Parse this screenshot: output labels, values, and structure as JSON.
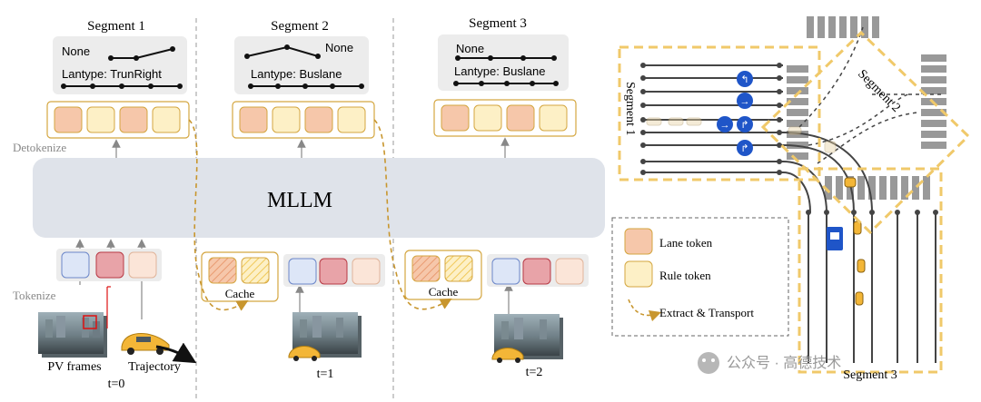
{
  "segments": [
    {
      "title": "Segment 1",
      "top_label": "None",
      "lane_label": "Lantype: TrunRight",
      "time_label": "t=0"
    },
    {
      "title": "Segment 2",
      "top_label": "None",
      "lane_label": "Lantype: Buslane",
      "time_label": "t=1"
    },
    {
      "title": "Segment 3",
      "top_label": "None",
      "lane_label": "Lantype: Buslane",
      "time_label": "t=2"
    }
  ],
  "model_label": "MLLM",
  "detokenize_label": "Detokenize",
  "tokenize_label": "Tokenize",
  "cache_label": "Cache",
  "pv_frames_label": "PV frames",
  "trajectory_label": "Trajectory",
  "map": {
    "segment_labels": [
      "Segment 1",
      "Segment 2",
      "Segment 3"
    ]
  },
  "legend": {
    "lane_token": "Lane token",
    "rule_token": "Rule token",
    "extract_transport": "Extract & Transport"
  },
  "watermark": "公众号 · 高德技术",
  "colors": {
    "lane_token": "#f6c7aa",
    "rule_token": "#fdf0c6",
    "token_border": "#d4a640",
    "mllm_fill": "#dfe3ea",
    "dashed_gold": "#c8962e",
    "map_frame": "#f0c96a"
  }
}
